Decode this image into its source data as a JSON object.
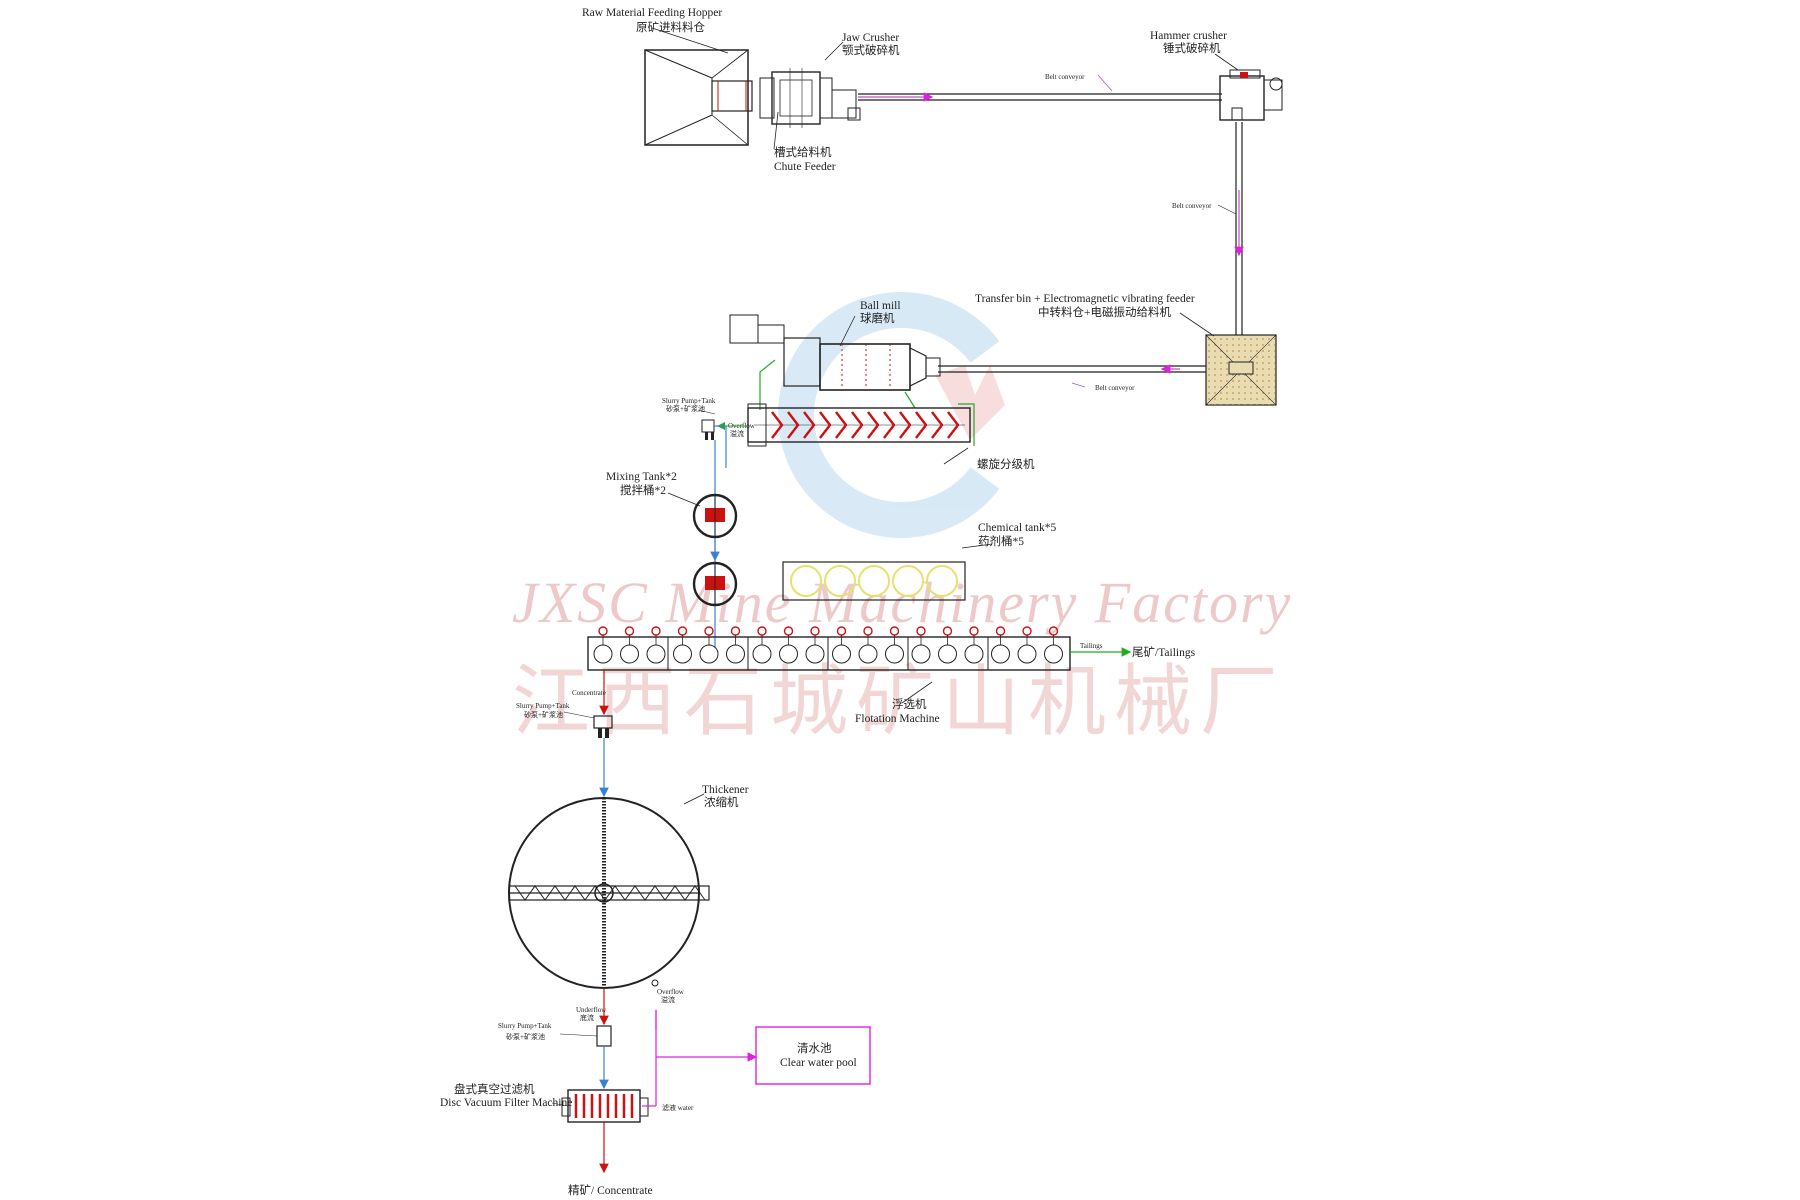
{
  "watermark": {
    "en": "JXSC Mine Machinery Factory",
    "cn": "江西石城矿山机械厂"
  },
  "labels": {
    "hopper_en": "Raw Material Feeding Hopper",
    "hopper_cn": "原矿进料料仓",
    "jaw_en": "Jaw Crusher",
    "jaw_cn": "颚式破碎机",
    "chute_cn": "槽式给料机",
    "chute_en": "Chute Feeder",
    "hammer_en": "Hammer crusher",
    "hammer_cn": "锤式破碎机",
    "belt1": "Belt conveyor",
    "belt2": "Belt conveyor",
    "belt3": "Belt conveyor",
    "transfer_en": "Transfer bin + Electromagnetic vibrating feeder",
    "transfer_cn": "中转料仓+电磁振动给料机",
    "ballmill_en": "Ball mill",
    "ballmill_cn": "球磨机",
    "pump1_en": "Slurry Pump+Tank",
    "pump1_cn": "砂泵+矿浆池",
    "overflow1_en": "Overflow",
    "overflow1_cn": "溢流",
    "spiral_cn": "螺旋分级机",
    "mixing_en": "Mixing Tank*2",
    "mixing_cn": "搅拌桶*2",
    "chem_en": "Chemical tank*5",
    "chem_cn": "药剂桶*5",
    "tailings_small": "Tailings",
    "tailings": "尾矿/Tailings",
    "concentrate_small": "Concentrate",
    "pump2_en": "Slurry Pump+Tank",
    "pump2_cn": "砂泵+矿浆池",
    "flotation_cn": "浮选机",
    "flotation_en": "Flotation Machine",
    "thickener_en": "Thickener",
    "thickener_cn": "浓缩机",
    "overflow2_en": "Overflow",
    "overflow2_cn": "溢流",
    "underflow_en": "Underflow",
    "underflow_cn": "底流",
    "pump3_en": "Slurry Pump+Tank",
    "pump3_cn": "砂泵+矿浆池",
    "pool_cn": "清水池",
    "pool_en": "Clear water pool",
    "filter_cn": "盘式真空过滤机",
    "filter_en": "Disc Vacuum Filter Machine",
    "filtrate": "滤液 water",
    "concentrate": "精矿/ Concentrate"
  },
  "colors": {
    "line": "#222222",
    "conveyor": "#c050c0",
    "slurry": "#3a7fd8",
    "water": "#e020e0",
    "equipment_red": "#cc1111",
    "accent_green": "#22aa22",
    "transfer_bin": "#e8dcb0",
    "chemical_yellow": "#e8e070",
    "watermark": "#e7b8b8",
    "logo_blue": "#b9d8ef"
  }
}
